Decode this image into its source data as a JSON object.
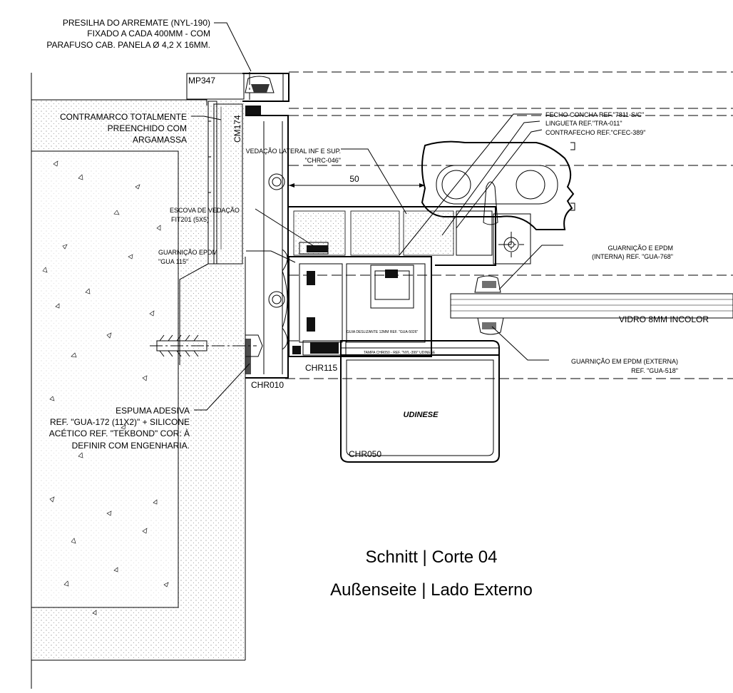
{
  "notes": {
    "presilha": [
      "PRESILHA DO ARREMATE (NYL-190)",
      "FIXADO A CADA 400MM - COM",
      "PARAFUSO CAB. PANELA Ø 4,2 X 16MM."
    ],
    "contramarco": [
      "CONTRAMARCO TOTALMENTE",
      "PREENCHIDO COM",
      "ARGAMASSA"
    ],
    "vedacao_lateral": [
      "VEDAÇÃO LATERAL INF E SUP.",
      "\"CHRC-046\""
    ],
    "escova": [
      "ESCOVA DE VEDAÇÃO",
      "FIT201 (5X5)"
    ],
    "guarnicao_epdm": [
      "GUARNIÇÃO EPDM",
      "\"GUA 115\""
    ],
    "fecho": [
      "FECHO CONCHA REF.\"7811-S/C\"",
      "LINGUETA REF.\"TRA-011\"",
      "CONTRAFECHO REF.\"CFEC-389\""
    ],
    "guarnicao_interna": [
      "GUARNIÇÃO E EPDM",
      "(INTERNA) REF. \"GUA-768\""
    ],
    "vidro": "VIDRO  8MM INCOLOR",
    "guarnicao_externa": [
      "GUARNIÇÃO EM EPDM (EXTERNA)",
      "REF. \"GUA-518\""
    ],
    "espuma": [
      "ESPUMA ADESIVA",
      "REF. \"GUA-172 (11X2)\" + SILICONE",
      "ACÉTICO REF. \"TEKBOND\" COR: À",
      "DEFINIR COM ENGENHARIA."
    ],
    "guia": "GUIA DESLIZANTE 12MM REF. \"GUA-5026\"",
    "tampa": "TAMPA CHR050 - REF. \"NYL-399\" UDINESE"
  },
  "profiles": {
    "mp347": "MP347",
    "cm174": "CM174",
    "chr115": "CHR115",
    "chr010": "CHR010",
    "chr050": "CHR050"
  },
  "dimension": "50",
  "brand": "UDINESE",
  "title": {
    "line1": "Schnitt | Corte 04",
    "line2": "Außenseite | Lado Externo"
  }
}
